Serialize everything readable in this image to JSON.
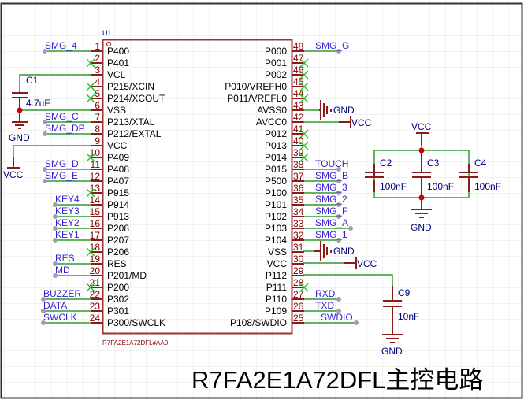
{
  "schematic": {
    "title": "R7FA2E1A72DFL主控电路",
    "colors": {
      "wire": "#2e9c2e",
      "body": "#a03232",
      "pin": "#8b1a1a",
      "net_label": "#3b1cd1",
      "component_label": "#000080",
      "no_connect": "#22c322",
      "junction": "#cc0000",
      "grid": "#e6e6e6"
    },
    "u1": {
      "designator": "U1",
      "part_number": "R7FA2E1A72DFL#AA0",
      "left_pins": [
        {
          "num": "1",
          "name": "P400",
          "net": "SMG_4",
          "nc": false
        },
        {
          "num": "2",
          "name": "P401",
          "net": "",
          "nc": true
        },
        {
          "num": "3",
          "name": "VCL",
          "net": "",
          "nc": false
        },
        {
          "num": "4",
          "name": "P215/XCIN",
          "net": "",
          "nc": true
        },
        {
          "num": "5",
          "name": "P214/XCOUT",
          "net": "",
          "nc": true
        },
        {
          "num": "6",
          "name": "VSS",
          "net": "",
          "nc": false
        },
        {
          "num": "7",
          "name": "P213/XTAL",
          "net": "SMG_C",
          "nc": false
        },
        {
          "num": "8",
          "name": "P212/EXTAL",
          "net": "SMG_DP",
          "nc": false
        },
        {
          "num": "9",
          "name": "VCC",
          "net": "",
          "nc": false
        },
        {
          "num": "10",
          "name": "P409",
          "net": "",
          "nc": true
        },
        {
          "num": "11",
          "name": "P408",
          "net": "SMG_D",
          "nc": false
        },
        {
          "num": "12",
          "name": "P407",
          "net": "SMG_E",
          "nc": false
        },
        {
          "num": "13",
          "name": "P915",
          "net": "",
          "nc": true
        },
        {
          "num": "14",
          "name": "P914",
          "net": "KEY4",
          "nc": false
        },
        {
          "num": "15",
          "name": "P913",
          "net": "KEY3",
          "nc": false
        },
        {
          "num": "16",
          "name": "P208",
          "net": "KEY2",
          "nc": false
        },
        {
          "num": "17",
          "name": "P207",
          "net": "KEY1",
          "nc": false
        },
        {
          "num": "18",
          "name": "P206",
          "net": "",
          "nc": true
        },
        {
          "num": "19",
          "name": "RES",
          "net": "RES",
          "nc": false
        },
        {
          "num": "20",
          "name": "P201/MD",
          "net": "MD",
          "nc": false
        },
        {
          "num": "21",
          "name": "P200",
          "net": "",
          "nc": true
        },
        {
          "num": "22",
          "name": "P302",
          "net": "BUZZER",
          "nc": false
        },
        {
          "num": "23",
          "name": "P301",
          "net": "DATA",
          "nc": false
        },
        {
          "num": "24",
          "name": "P300/SWCLK",
          "net": "SWCLK",
          "nc": false
        }
      ],
      "right_pins": [
        {
          "num": "48",
          "name": "P000",
          "net": "SMG_G",
          "nc": false
        },
        {
          "num": "47",
          "name": "P001",
          "net": "",
          "nc": true
        },
        {
          "num": "46",
          "name": "P002",
          "net": "",
          "nc": true
        },
        {
          "num": "45",
          "name": "P010/VREFH0",
          "net": "",
          "nc": true
        },
        {
          "num": "44",
          "name": "P011/VREFL0",
          "net": "",
          "nc": true
        },
        {
          "num": "43",
          "name": "AVSS0",
          "net": "",
          "nc": false
        },
        {
          "num": "42",
          "name": "AVCC0",
          "net": "",
          "nc": false
        },
        {
          "num": "41",
          "name": "P012",
          "net": "",
          "nc": true
        },
        {
          "num": "40",
          "name": "P013",
          "net": "",
          "nc": true
        },
        {
          "num": "39",
          "name": "P014",
          "net": "",
          "nc": true
        },
        {
          "num": "38",
          "name": "P015",
          "net": "TOUCH",
          "nc": false
        },
        {
          "num": "37",
          "name": "P500",
          "net": "SMG_B",
          "nc": false
        },
        {
          "num": "36",
          "name": "P100",
          "net": "SMG_3",
          "nc": false
        },
        {
          "num": "35",
          "name": "P101",
          "net": "SMG_2",
          "nc": false
        },
        {
          "num": "34",
          "name": "P102",
          "net": "SMG_F",
          "nc": false
        },
        {
          "num": "33",
          "name": "P103",
          "net": "SMG_A",
          "nc": false
        },
        {
          "num": "32",
          "name": "P104",
          "net": "SMG_1",
          "nc": false
        },
        {
          "num": "31",
          "name": "VSS",
          "net": "",
          "nc": false
        },
        {
          "num": "30",
          "name": "VCC",
          "net": "",
          "nc": false
        },
        {
          "num": "29",
          "name": "P112",
          "net": "",
          "nc": false
        },
        {
          "num": "28",
          "name": "P111",
          "net": "",
          "nc": true
        },
        {
          "num": "27",
          "name": "P110",
          "net": "RXD",
          "nc": false
        },
        {
          "num": "26",
          "name": "P109",
          "net": "TXD",
          "nc": false
        },
        {
          "num": "25",
          "name": "P108/SWDIO",
          "net": "SWDIO",
          "nc": false
        }
      ]
    },
    "capacitors": {
      "c1": {
        "ref": "C1",
        "value": "4.7uF"
      },
      "c2": {
        "ref": "C2",
        "value": "100nF"
      },
      "c3": {
        "ref": "C3",
        "value": "100nF"
      },
      "c4": {
        "ref": "C4",
        "value": "100nF"
      },
      "c9": {
        "ref": "C9",
        "value": "10nF"
      }
    },
    "power": {
      "gnd": "GND",
      "vcc": "VCC"
    }
  }
}
